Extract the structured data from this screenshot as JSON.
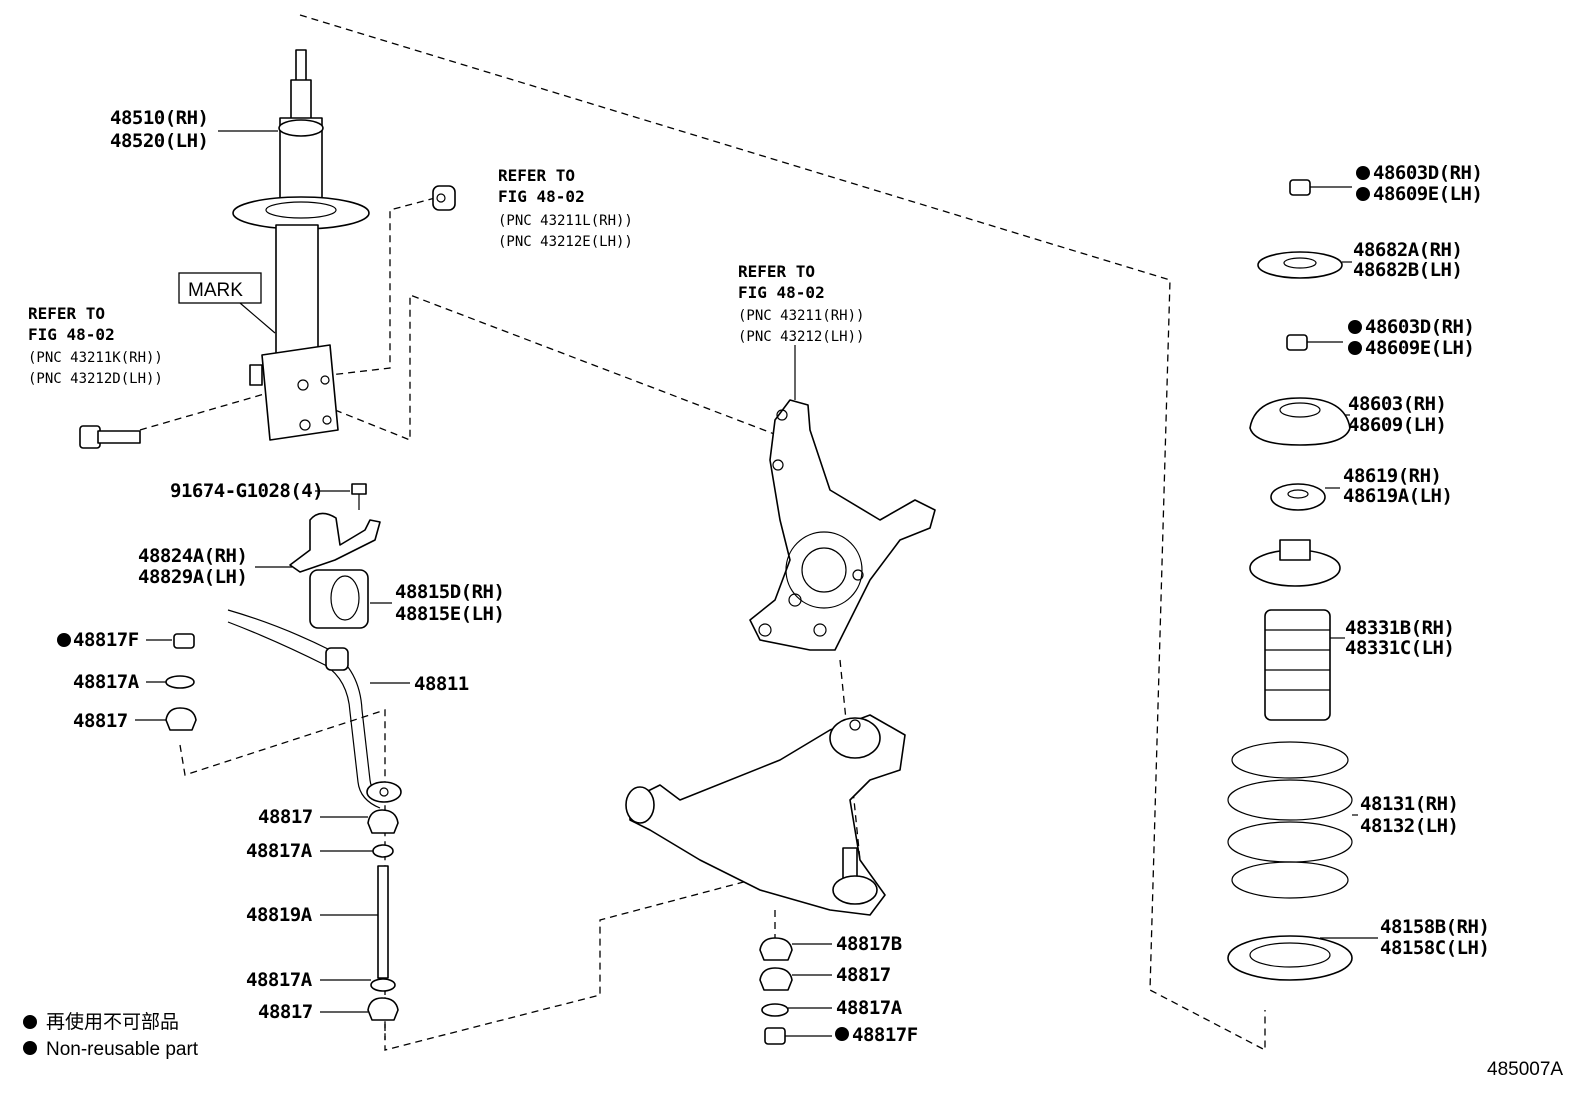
{
  "strut": {
    "p1": "48510(RH)",
    "p2": "48520(LH)",
    "mark": "MARK"
  },
  "refer_a": {
    "l1": "REFER TO",
    "l2": "FIG 48-02",
    "l3": "(PNC 43211L(RH))",
    "l4": "(PNC 43212E(LH))"
  },
  "refer_b": {
    "l1": "REFER TO",
    "l2": "FIG 48-02",
    "l3": "(PNC 43211K(RH))",
    "l4": "(PNC 43212D(LH))"
  },
  "refer_c": {
    "l1": "REFER TO",
    "l2": "FIG 48-02",
    "l3": "(PNC 43211(RH))",
    "l4": "(PNC 43212(LH))"
  },
  "stabilizer": {
    "bolt": "91674-G1028(4)",
    "bracket_rh": "48824A(RH)",
    "bracket_lh": "48829A(LH)",
    "bush_rh": "48815D(RH)",
    "bush_lh": "48815E(LH)",
    "bar": "48811",
    "nut_f": "48817F",
    "washer_a": "48817A",
    "cushion": "48817",
    "link_c1": "48817",
    "link_w1": "48817A",
    "link_bolt": "48819A",
    "link_w2": "48817A",
    "link_c2": "48817"
  },
  "arm": {
    "c1": "48817B",
    "c2": "48817",
    "w": "48817A",
    "nut": "48817F"
  },
  "right": {
    "nut1_rh": "48603D(RH)",
    "nut1_lh": "48609E(LH)",
    "ret_rh": "48682A(RH)",
    "ret_lh": "48682B(LH)",
    "nut2_rh": "48603D(RH)",
    "nut2_lh": "48609E(LH)",
    "support_rh": "48603(RH)",
    "support_lh": "48609(LH)",
    "seat_rh": "48619(RH)",
    "seat_lh": "48619A(LH)",
    "boot_rh": "48331B(RH)",
    "boot_lh": "48331C(LH)",
    "spring_rh": "48131(RH)",
    "spring_lh": "48132(LH)",
    "insul_rh": "48158B(RH)",
    "insul_lh": "48158C(LH)"
  },
  "legend": {
    "jp": "再使用不可部品",
    "en": "Non-reusable part"
  },
  "figure_code": "485007A"
}
